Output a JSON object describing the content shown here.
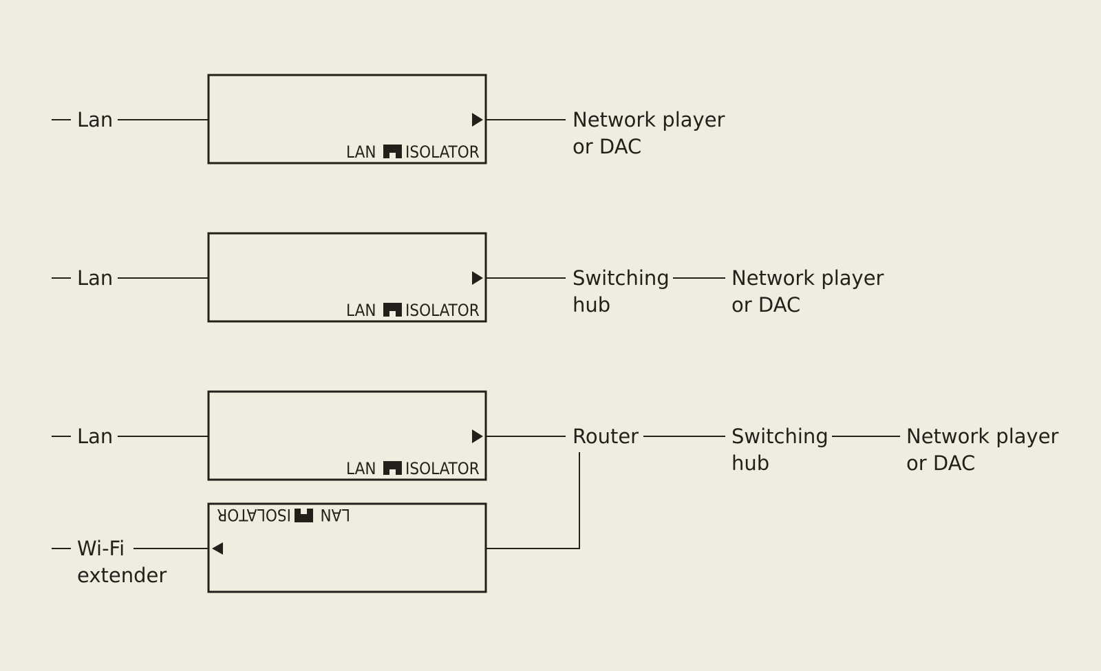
{
  "colors": {
    "background": "#efede0",
    "ink": "#231f1a"
  },
  "isolator": {
    "brand_left": "LAN",
    "brand_right": "ISOLATOR",
    "logo_icon": "isolator-logo-icon"
  },
  "row1": {
    "input": "Lan",
    "output": [
      "Network player",
      "or DAC"
    ]
  },
  "row2": {
    "input": "Lan",
    "hub": [
      "Switching",
      "hub"
    ],
    "output": [
      "Network player",
      "or DAC"
    ]
  },
  "row3": {
    "input": "Lan",
    "router": "Router",
    "hub": [
      "Switching",
      "hub"
    ],
    "output": [
      "Network player",
      "or DAC"
    ]
  },
  "row4": {
    "input": [
      "Wi-Fi",
      "extender"
    ]
  }
}
